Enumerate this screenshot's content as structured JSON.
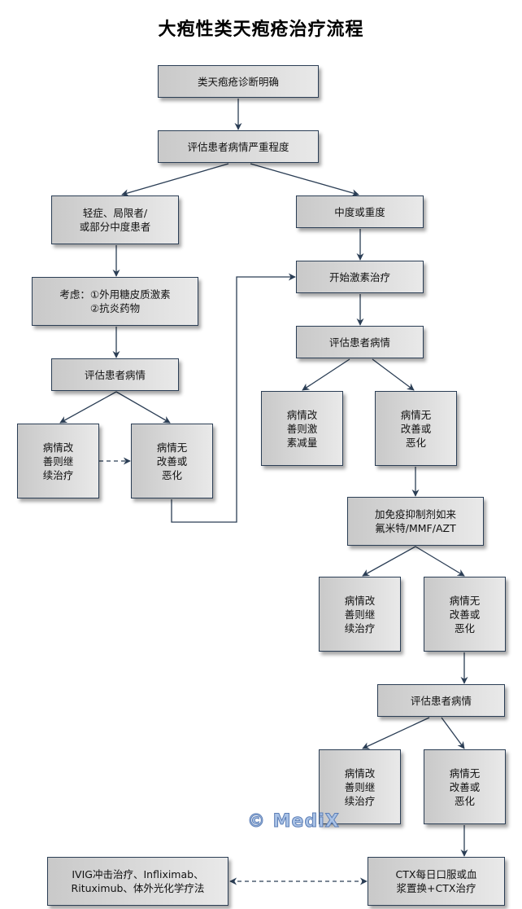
{
  "title": "大疱性类天疱疮治疗流程",
  "watermark": "© MediX",
  "colors": {
    "border": "#2b3e55",
    "fill_start": "#c9c9c9",
    "fill_end": "#e9e9e9",
    "arrow": "#2b3e55",
    "watermark": "#a9c2e6"
  },
  "nodes": {
    "diagnosis": "类天疱疮诊断明确",
    "assess_severity": "评估患者病情严重程度",
    "mild": "轻症、局限者/\n或部分中度患者",
    "moderate_severe": "中度或重度",
    "consider": "考虑：①外用糖皮质激素\n②抗炎药物",
    "start_steroid": "开始激素治疗",
    "assess_left": "评估患者病情",
    "assess_right1": "评估患者病情",
    "left_improved": "病情改\n善则继\n续治疗",
    "left_not_improved": "病情无\n改善或\n恶化",
    "steroid_taper": "病情改\n善则激\n素减量",
    "right1_not_improved": "病情无\n改善或\n恶化",
    "add_immunosuppressant": "加免疫抑制剂如来\n氟米特/MMF/AZT",
    "right2_improved": "病情改\n善则继\n续治疗",
    "right2_not_improved": "病情无\n改善或\n恶化",
    "assess_right2": "评估患者病情",
    "right3_improved": "病情改\n善则继\n续治疗",
    "right3_not_improved": "病情无\n改善或\n恶化",
    "ctx": "CTX每日口服或血\n浆置换+CTX治疗",
    "ivig": "IVIG冲击治疗、Infliximab、\nRituximub、体外光化学疗法"
  }
}
